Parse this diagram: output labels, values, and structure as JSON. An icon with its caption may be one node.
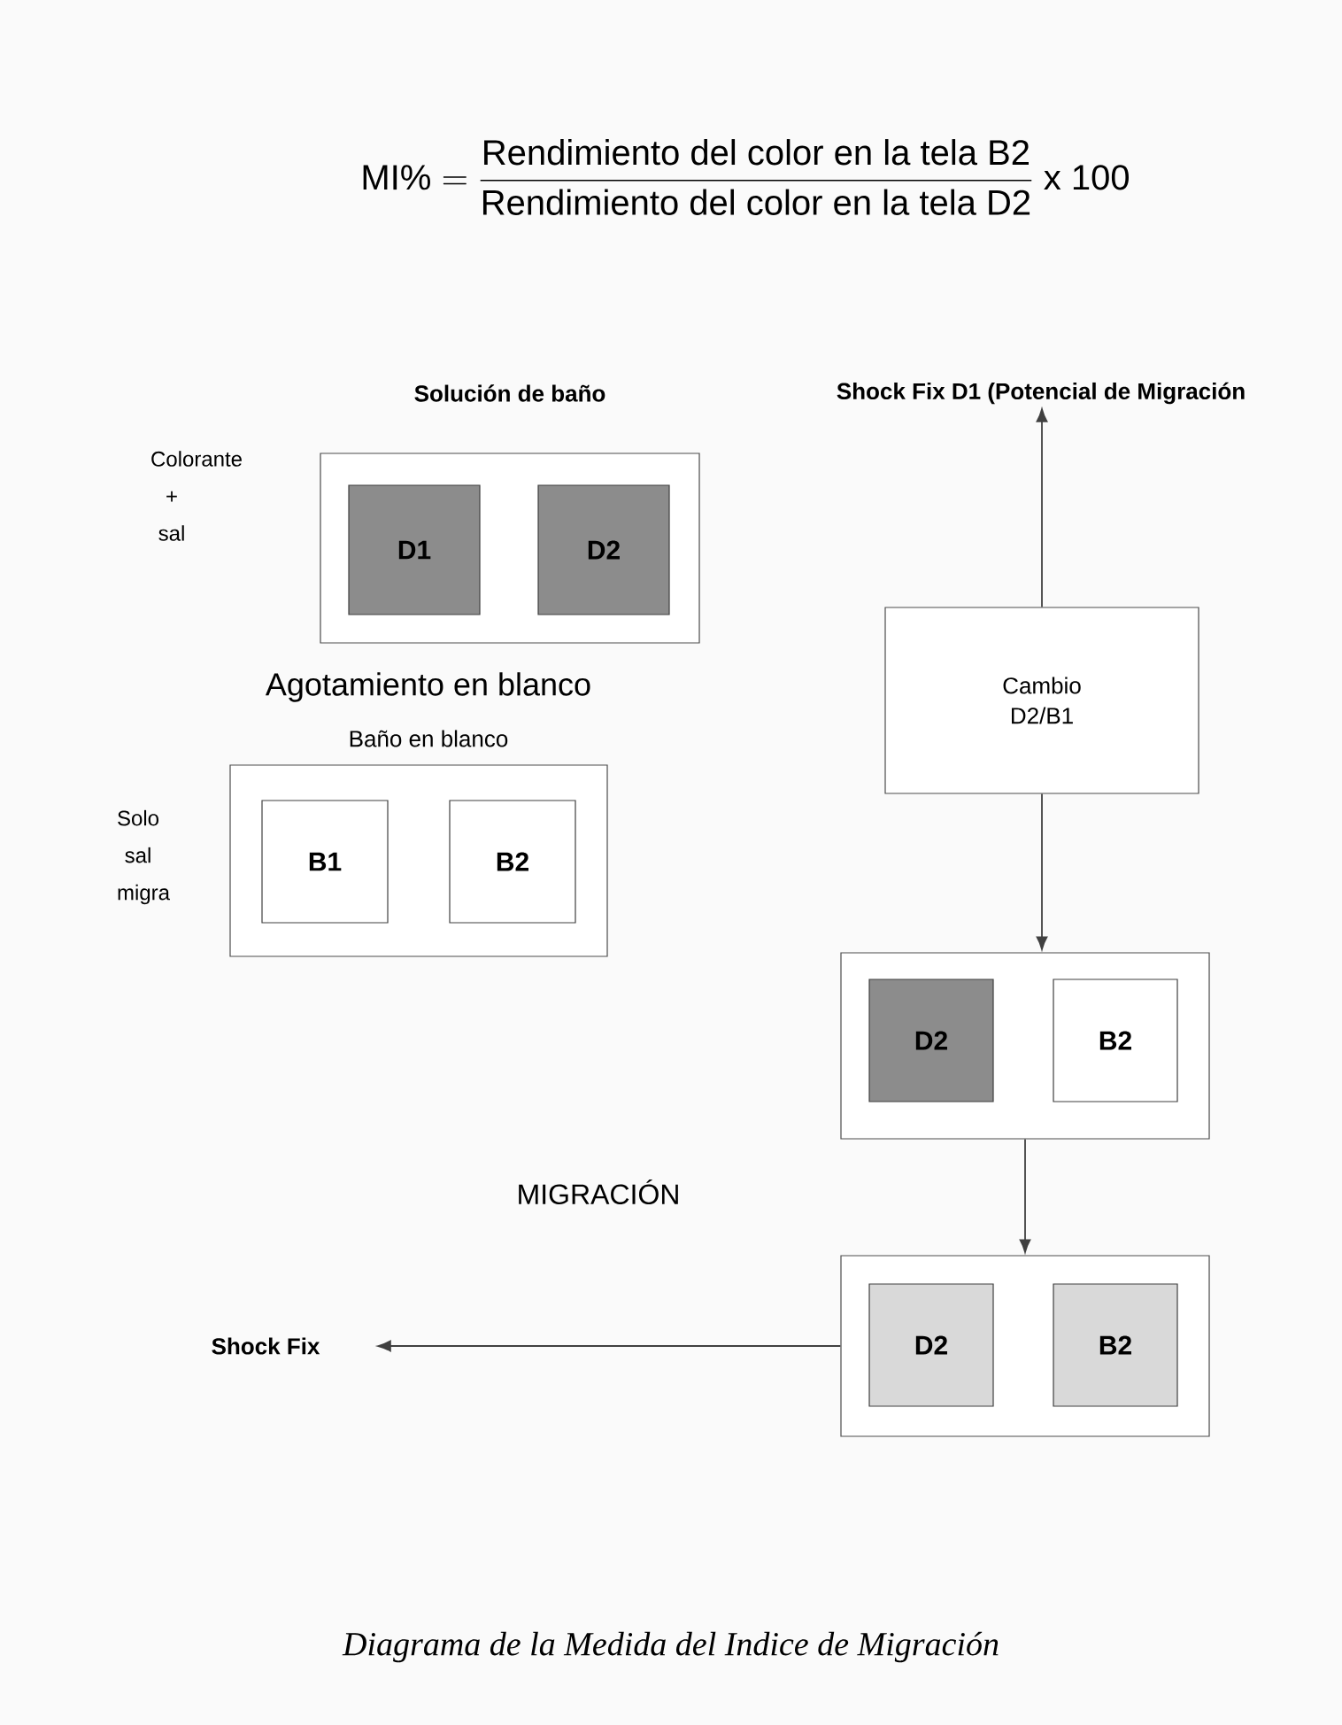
{
  "diagram": {
    "title": "\\text{MI\\%}=\\frac{\\text{Rendimiento del color en la tela B2}}{\\text{Rendimiento del color en la tela D2}}\\text{ x 100}",
    "caption": "Diagrama de la Medida del Indice de Migración",
    "nodes": [
      {
        "text": [
          "Shock Fix D1 (Potencial de Migración"
        ]
      },
      {
        "text": [
          "Solución de baño"
        ]
      },
      {
        "text": [
          "D1"
        ],
        "in": 1
      },
      {
        "text": [
          "D2"
        ],
        "in": 1
      },
      {
        "text": [
          "Baño en blanco"
        ]
      },
      {
        "text": [
          "B1"
        ],
        "in": 4
      },
      {
        "text": [
          "B2"
        ],
        "in": 4
      },
      {
        "text": [
          "Cambio D2/B1"
        ]
      },
      {
        "text": [],
        "shape": "box"
      },
      {
        "text": [
          "D2"
        ],
        "in": 8
      },
      {
        "text": [
          "B2"
        ],
        "in": 8
      },
      {
        "text": [],
        "shape": "box"
      },
      {
        "text": [
          "D2"
        ],
        "in": 11
      },
      {
        "text": [
          "B2"
        ],
        "in": 11
      },
      {
        "text": [
          "Shock Fix"
        ]
      }
    ],
    "edges": [
      {
        "from": 7,
        "to": 0,
        "arrow": "to"
      },
      {
        "from": 7,
        "to": 8,
        "arrow": "to"
      },
      {
        "from": 8,
        "to": 11,
        "arrow": "to"
      },
      {
        "from": 11,
        "to": 14,
        "arrow": "to"
      }
    ],
    "labels": [
      "Colorante + sal",
      "Agotamiento en blanco",
      "Solo sal migra",
      "MIGRACIÓN"
    ]
  }
}
